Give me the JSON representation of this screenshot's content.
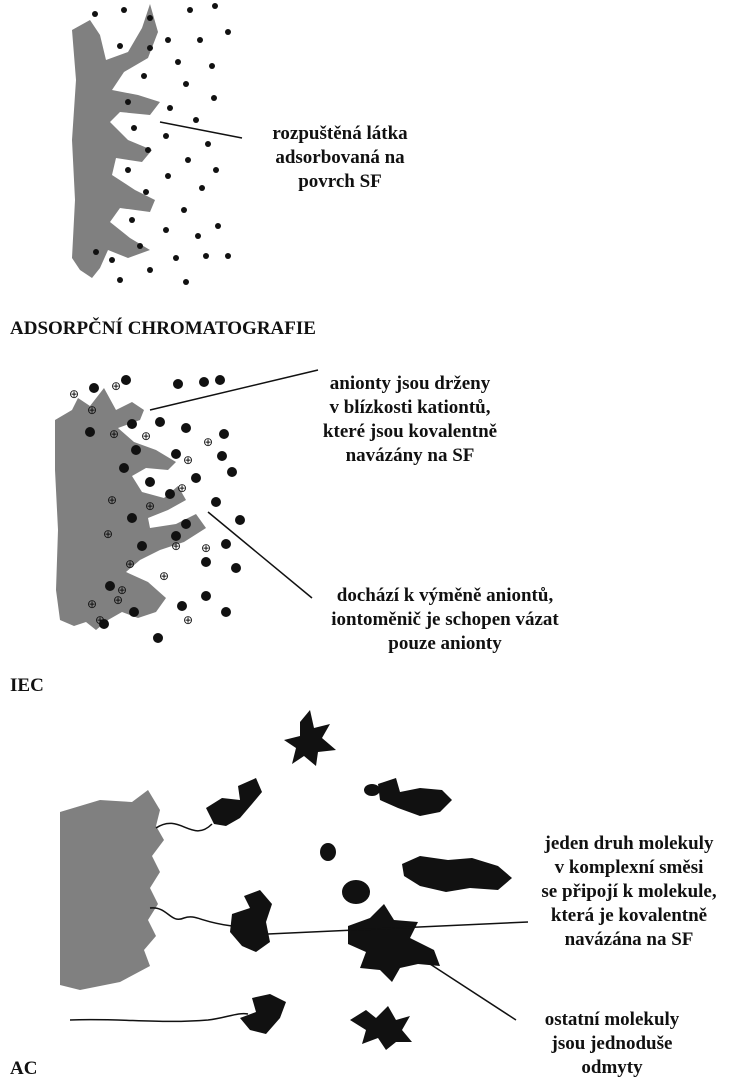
{
  "colors": {
    "phase": "#808080",
    "mark": "#111111",
    "background": "#ffffff"
  },
  "panels": {
    "adsorption": {
      "title": "ADSORPČNÍ CHROMATOGRAFIE",
      "label_lines": [
        "rozpuštěná látka",
        "adsorbovaná na",
        "povrch SF"
      ]
    },
    "iec": {
      "title": "IEC",
      "label1_lines": [
        "anionty jsou drženy",
        "v blízkosti kationtů,",
        "které jsou kovalentně",
        "navázány na SF"
      ],
      "label2_lines": [
        "dochází k výměně aniontů,",
        "iontoměnič je schopen vázat",
        "pouze anionty"
      ],
      "cation_symbol": "⊕"
    },
    "ac": {
      "title": "AC",
      "label1_lines": [
        "jeden druh molekuly",
        "v komplexní směsi",
        "se připojí k molekule,",
        "která je kovalentně",
        "navázána na SF"
      ],
      "label2_lines": [
        "ostatní molekuly",
        "jsou jednoduše",
        "odmyty"
      ]
    }
  }
}
